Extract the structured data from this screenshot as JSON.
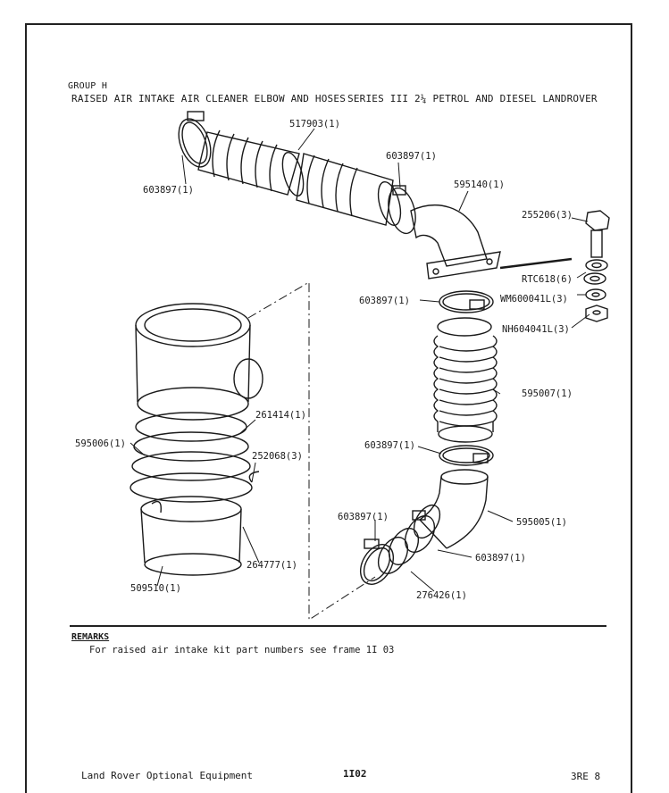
{
  "header": {
    "group": "GROUP H",
    "title": "RAISED AIR INTAKE AIR CLEANER ELBOW AND HOSES",
    "series": "SERIES III 2¼ PETROL AND DIESEL LANDROVER"
  },
  "parts": {
    "p517903": "517903(1)",
    "p603897_top_left": "603897(1)",
    "p603897_top_mid": "603897(1)",
    "p595140": "595140(1)",
    "p255206": "255206(3)",
    "pRTC618": "RTC618(6)",
    "pWM600041L": "WM600041L(3)",
    "pNH604041L": "NH604041L(3)",
    "p603897_mid": "603897(1)",
    "p595007": "595007(1)",
    "p603897_lower": "603897(1)",
    "p595005": "595005(1)",
    "p603897_bottom_left": "603897(1)",
    "p603897_bottom_right": "603897(1)",
    "p276426": "276426(1)",
    "p261414": "261414(1)",
    "p595006": "595006(1)",
    "p252068": "252068(3)",
    "p264777": "264777(1)",
    "p509510": "509510(1)"
  },
  "remarks": {
    "heading": "REMARKS",
    "text": "For raised air intake kit part numbers see frame 1I 03"
  },
  "footer": {
    "left": "Land Rover Optional Equipment",
    "code": "1I02",
    "right": "3RE 8"
  }
}
